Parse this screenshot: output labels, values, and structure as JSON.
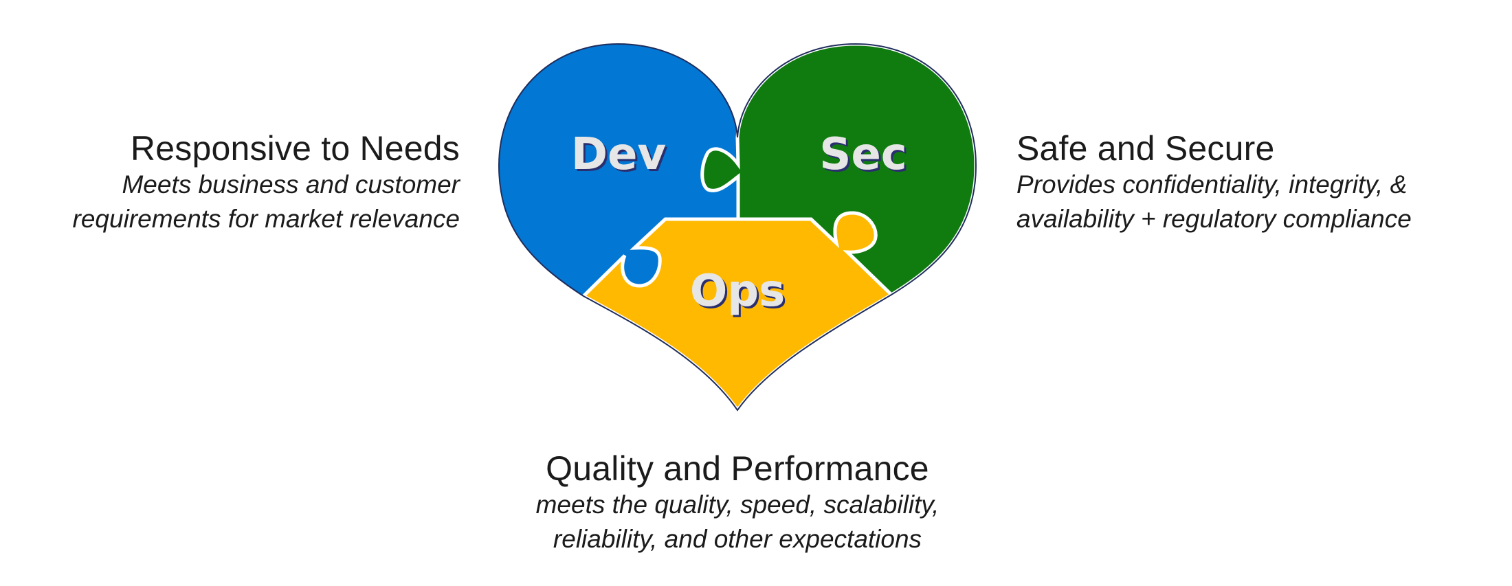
{
  "heart": {
    "pieces": [
      {
        "label": "Dev",
        "color": "#0277d4"
      },
      {
        "label": "Sec",
        "color": "#107c10"
      },
      {
        "label": "Ops",
        "color": "#ffb900"
      }
    ],
    "outline_color": "#1f2d5c"
  },
  "left": {
    "title": "Responsive to Needs",
    "lines": [
      "Meets business and customer",
      "requirements for market relevance"
    ]
  },
  "right": {
    "title": "Safe and Secure",
    "lines": [
      "Provides confidentiality, integrity, &",
      "availability + regulatory compliance"
    ]
  },
  "bottom": {
    "title": "Quality and Performance",
    "lines": [
      "meets the quality, speed, scalability,",
      "reliability, and other expectations"
    ]
  }
}
